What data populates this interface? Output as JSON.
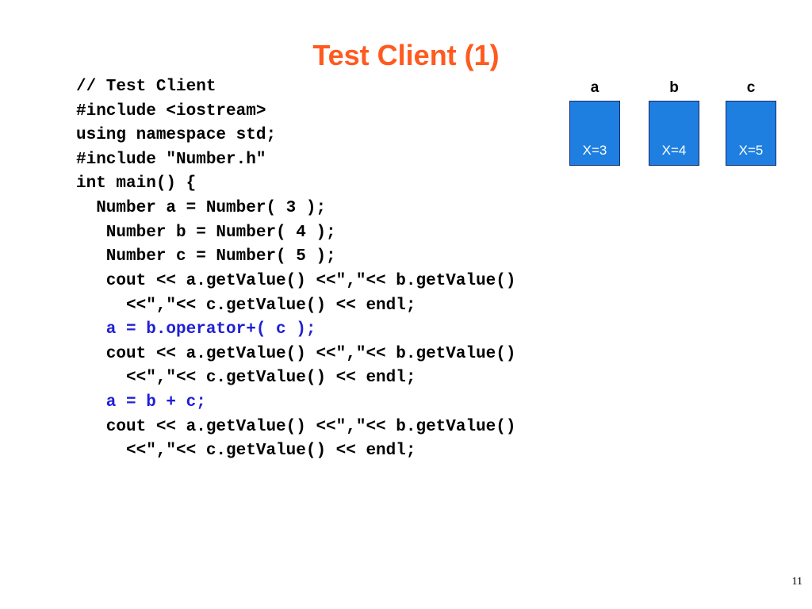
{
  "slide": {
    "title": "Test Client (1)",
    "page_number": "11",
    "title_color": "#ff5a1f",
    "highlight_color": "#1f1fd6",
    "box_color": "#1e7fe0"
  },
  "code": {
    "lines": [
      {
        "text": "// Test Client",
        "highlight": false
      },
      {
        "text": "#include <iostream>",
        "highlight": false
      },
      {
        "text": "using namespace std;",
        "highlight": false
      },
      {
        "text": "#include \"Number.h\"",
        "highlight": false
      },
      {
        "text": "int main() {",
        "highlight": false
      },
      {
        "text": "  Number a = Number( 3 );",
        "highlight": false
      },
      {
        "text": "   Number b = Number( 4 );",
        "highlight": false
      },
      {
        "text": "   Number c = Number( 5 );",
        "highlight": false
      },
      {
        "text": "   cout << a.getValue() <<\",\"<< b.getValue()",
        "highlight": false
      },
      {
        "text": "     <<\",\"<< c.getValue() << endl;",
        "highlight": false
      },
      {
        "text": "   a = b.operator+( c );",
        "highlight": true
      },
      {
        "text": "   cout << a.getValue() <<\",\"<< b.getValue()",
        "highlight": false
      },
      {
        "text": "     <<\",\"<< c.getValue() << endl;",
        "highlight": false
      },
      {
        "text": "   a = b + c;",
        "highlight": true
      },
      {
        "text": "   cout << a.getValue() <<\",\"<< b.getValue()",
        "highlight": false
      },
      {
        "text": "     <<\",\"<< c.getValue() << endl;",
        "highlight": false
      }
    ]
  },
  "variables": [
    {
      "name": "a",
      "value": "X=3"
    },
    {
      "name": "b",
      "value": "X=4"
    },
    {
      "name": "c",
      "value": "X=5"
    }
  ]
}
